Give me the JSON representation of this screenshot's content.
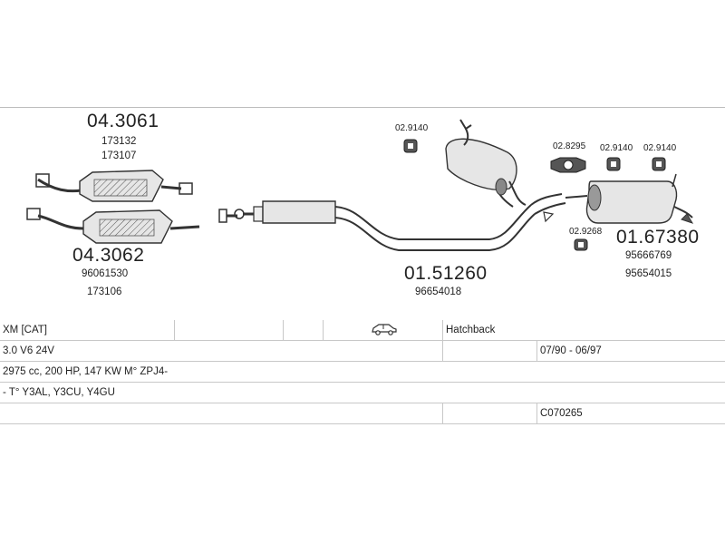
{
  "parts": {
    "cat_front": {
      "number": "04.3061",
      "refs": [
        "173132",
        "173107"
      ]
    },
    "cat_rear": {
      "number": "04.3062",
      "refs": [
        "96061530",
        "173106"
      ]
    },
    "middle": {
      "number": "01.51260",
      "refs": [
        "96654018"
      ]
    },
    "rear": {
      "number": "01.67380",
      "refs": [
        "95666769",
        "95654015"
      ]
    },
    "mount_1": {
      "number": "02.9140"
    },
    "mount_2": {
      "number": "02.8295"
    },
    "mount_3": {
      "number": "02.9140"
    },
    "mount_4": {
      "number": "02.9140"
    },
    "mount_5": {
      "number": "02.9268"
    }
  },
  "vehicle": {
    "model": "XM  [CAT]",
    "body": "Hatchback",
    "body_icon": "car-hatchback-icon",
    "engine": "3.0 V6 24V",
    "years": "07/90 - 06/97",
    "specs": "2975 cc, 200 HP, 147 KW M° ZPJ4-",
    "codes": "- T° Y3AL, Y3CU, Y4GU",
    "catalog_code": "C070265"
  },
  "colors": {
    "line": "#333333",
    "grid": "#c8c8c8",
    "fill": "#d9d9d9"
  }
}
